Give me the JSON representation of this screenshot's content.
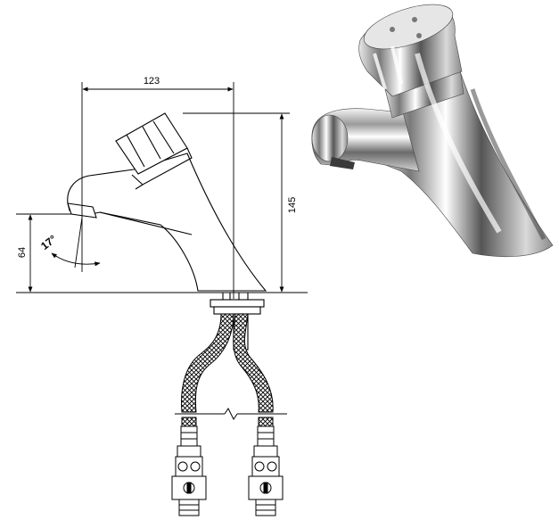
{
  "dimensions": {
    "width": "123",
    "height": "145",
    "spout_height": "64",
    "angle": "17°"
  },
  "colors": {
    "line": "#000000",
    "chrome_dark": "#5a5a5a",
    "chrome_mid": "#a8a8a8",
    "chrome_light": "#f2f2f2"
  }
}
